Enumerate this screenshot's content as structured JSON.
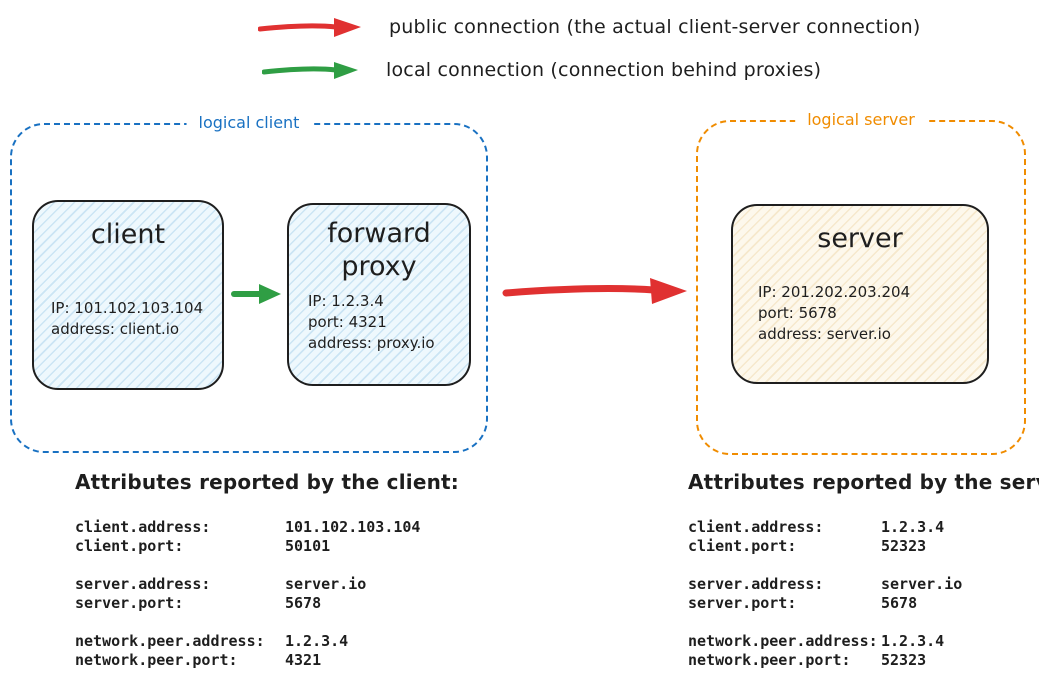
{
  "legend": {
    "public": {
      "label": "public connection (the actual client-server connection)",
      "color": "#e03131"
    },
    "local": {
      "label": "local connection (connection behind proxies)",
      "color": "#2f9e44"
    }
  },
  "logical_client": {
    "label": "logical client",
    "border_color": "#1971c2",
    "client_box": {
      "title": "client",
      "line1": "IP: 101.102.103.104",
      "line2": "address: client.io"
    },
    "proxy_box": {
      "title": "forward proxy",
      "line1": "IP: 1.2.3.4",
      "line2": "port: 4321",
      "line3": "address: proxy.io"
    }
  },
  "logical_server": {
    "label": "logical server",
    "border_color": "#f08c00",
    "server_box": {
      "title": "server",
      "line1": "IP: 201.202.203.204",
      "line2": "port: 5678",
      "line3": "address: server.io"
    }
  },
  "client_attributes": {
    "title": "Attributes reported by the client:",
    "rows": [
      {
        "key": "client.address:",
        "value": "101.102.103.104"
      },
      {
        "key": "client.port:",
        "value": "50101"
      },
      {
        "key": "server.address:",
        "value": "server.io"
      },
      {
        "key": "server.port:",
        "value": "5678"
      },
      {
        "key": "network.peer.address:",
        "value": "1.2.3.4"
      },
      {
        "key": "network.peer.port:",
        "value": "4321"
      }
    ]
  },
  "server_attributes": {
    "title": "Attributes reported by the server:",
    "rows": [
      {
        "key": "client.address:",
        "value": "1.2.3.4"
      },
      {
        "key": "client.port:",
        "value": "52323"
      },
      {
        "key": "server.address:",
        "value": "server.io"
      },
      {
        "key": "server.port:",
        "value": "5678"
      },
      {
        "key": "network.peer.address:",
        "value": "1.2.3.4"
      },
      {
        "key": "network.peer.port:",
        "value": "52323"
      }
    ]
  }
}
